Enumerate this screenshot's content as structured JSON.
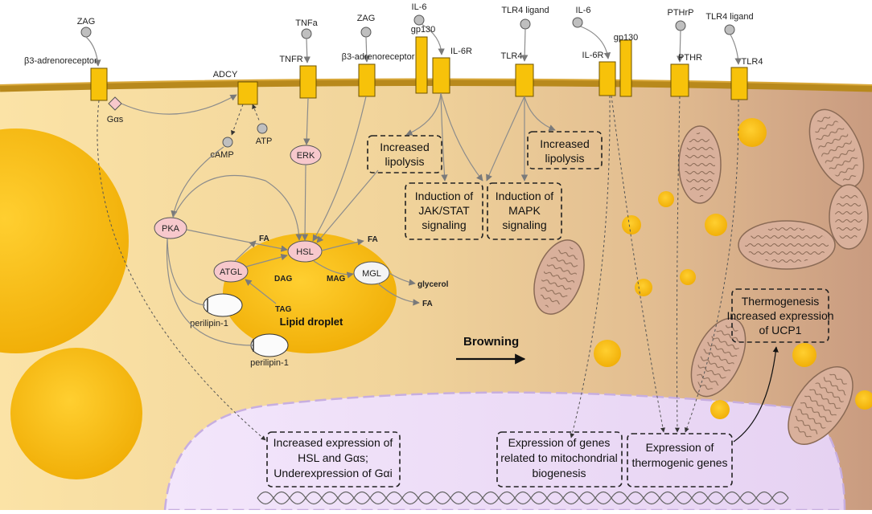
{
  "ligands": {
    "zag_left": "ZAG",
    "tnfa": "TNFa",
    "zag_mid": "ZAG",
    "il6_mid": "IL-6",
    "tlr4_ligand_mid": "TLR4 ligand",
    "il6_right": "IL-6",
    "pthrp": "PTHrP",
    "tlr4_ligand_right": "TLR4 ligand"
  },
  "receptors": {
    "b3_left": "β3-adrenoreceptor",
    "adcy": "ADCY",
    "tnfr": "TNFR",
    "b3_mid": "β3-adrenoreceptor",
    "gp130_mid": "gp130",
    "il6r_mid": "IL-6R",
    "tlr4_mid": "TLR4",
    "il6r_right": "IL-6R",
    "gp130_right": "gp130",
    "pthr": "PTHR",
    "tlr4_right": "TLR4"
  },
  "molecules": {
    "gas": "Gαs",
    "camp": "cAMP",
    "atp": "ATP",
    "erk": "ERK",
    "pka": "PKA",
    "hsl": "HSL",
    "atgl": "ATGL",
    "mgl": "MGL",
    "fa1": "FA",
    "fa2": "FA",
    "fa3": "FA",
    "dag": "DAG",
    "mag": "MAG",
    "tag": "TAG",
    "glycerol": "glycerol",
    "perilipin_a": "perilipin-1",
    "perilipin_b": "perilipin-1",
    "lipid_droplet": "Lipid droplet"
  },
  "boxes": {
    "lipolysis_1": [
      "Increased",
      "lipolysis"
    ],
    "lipolysis_2": [
      "Increased",
      "lipolysis"
    ],
    "jak_stat": [
      "Induction of",
      "JAK/STAT",
      "signaling"
    ],
    "mapk": [
      "Induction of",
      "MAPK",
      "signaling"
    ],
    "hsl_expr": [
      "Increased expression of",
      "HSL and Gαs;",
      "Underexpression of Gαi"
    ],
    "mito_genes": [
      "Expression of genes",
      "related to mitochondrial",
      "biogenesis"
    ],
    "thermo_genes": [
      "Expression of",
      "thermogenic genes"
    ],
    "thermogenesis": [
      "Thermogenesis",
      "Increased expression",
      "of UCP1"
    ]
  },
  "browning": "Browning",
  "colors": {
    "receptor": "#f7c20a",
    "enzyme": "#f7c8cc",
    "droplet": "#f5b70f",
    "nucleus": "#ecdcf6",
    "membrane": "#b8891c"
  }
}
